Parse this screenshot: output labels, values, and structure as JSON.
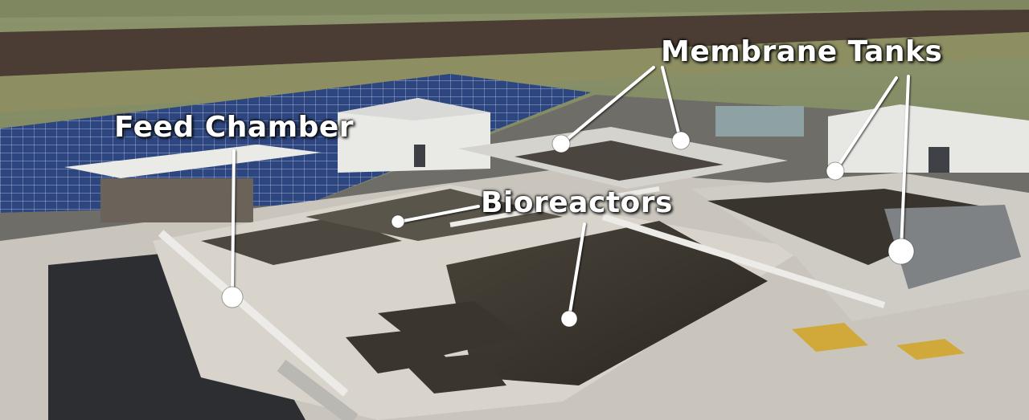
{
  "labels": {
    "feed_chamber": "Feed Chamber",
    "bioreactors": "Bioreactors",
    "membrane_tanks": "Membrane Tanks"
  },
  "colors": {
    "callout": "#ffffff",
    "field": "#6f7a55",
    "solar": "#2f4a8a",
    "water": "#3a342c",
    "concrete": "#cfccc4"
  }
}
